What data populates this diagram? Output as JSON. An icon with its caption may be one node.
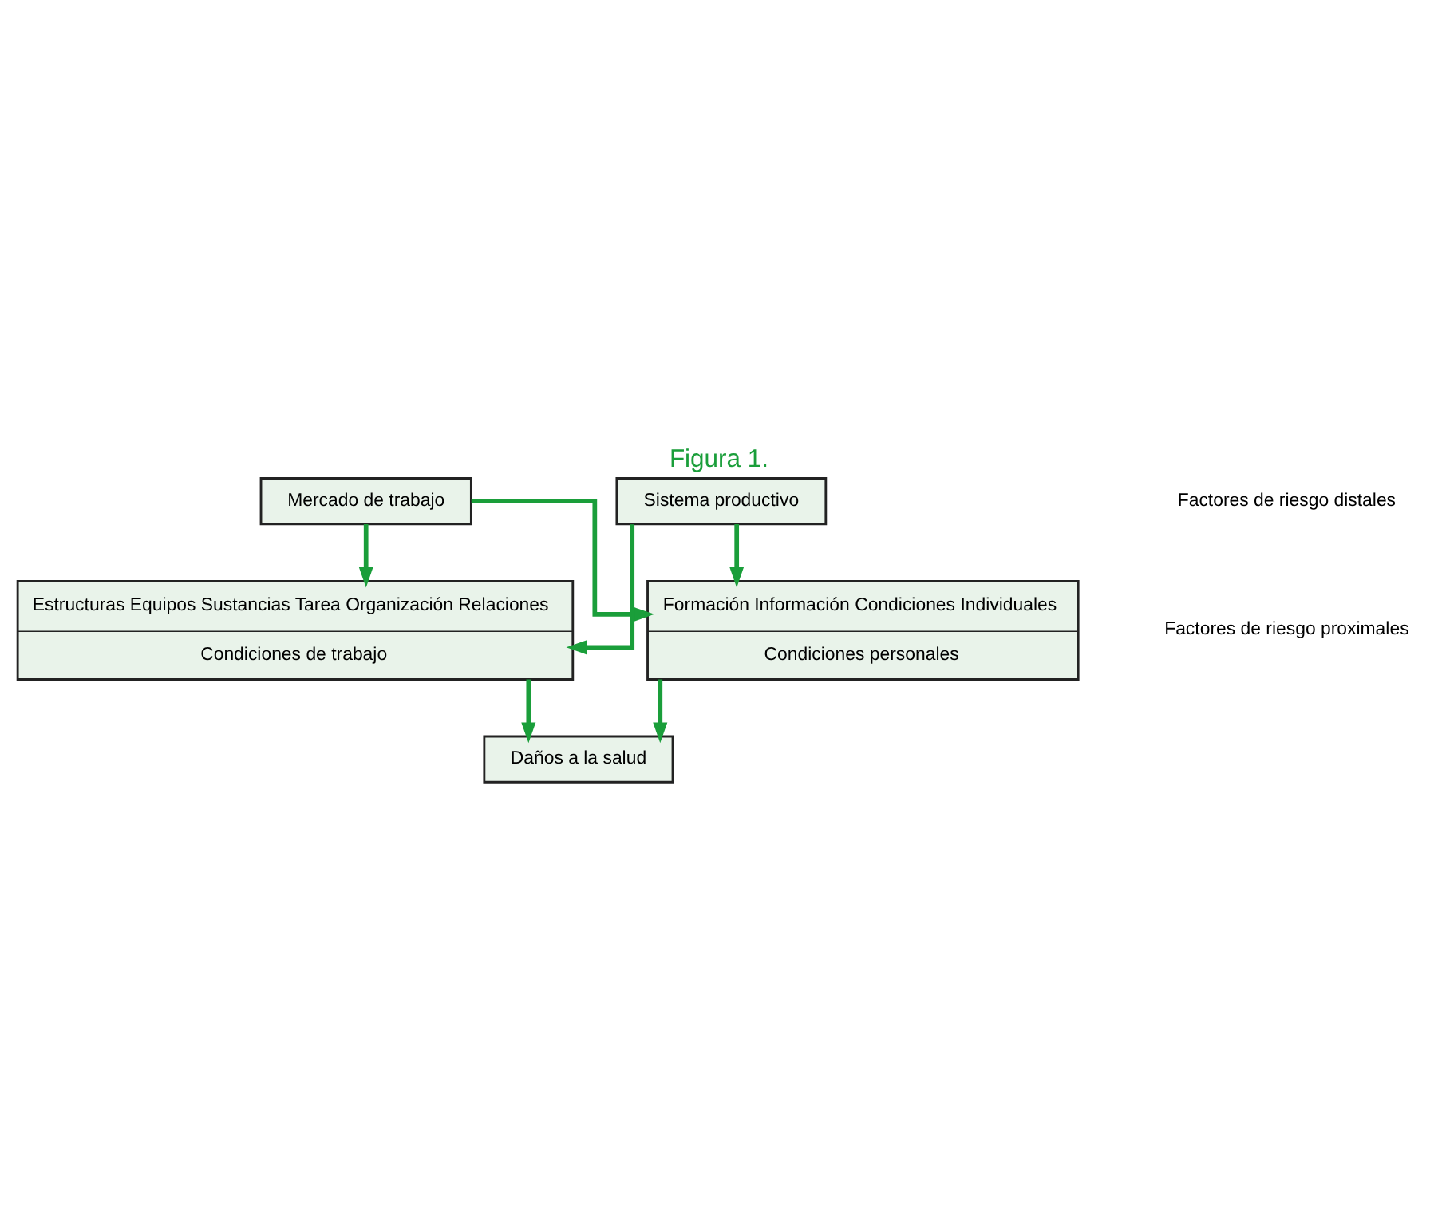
{
  "diagram": {
    "title": "Figura 1.",
    "nodes": [
      {
        "text": [
          "Mercado de trabajo"
        ]
      },
      {
        "text": [
          "Sistema productivo"
        ]
      },
      {
        "text": [
          "Estructuras Equipos Sustancias Tarea Organización Relaciones",
          "Condiciones de trabajo"
        ]
      },
      {
        "text": [
          "Formación Información Condiciones Individuales",
          "Condiciones personales"
        ]
      },
      {
        "text": [
          "Daños a la salud"
        ]
      }
    ],
    "edges": [
      {
        "from": 0,
        "to": 2,
        "arrow": "to"
      },
      {
        "from": 0,
        "to": 3,
        "arrow": "to"
      },
      {
        "from": 1,
        "to": 2,
        "arrow": "to"
      },
      {
        "from": 1,
        "to": 3,
        "arrow": "to"
      },
      {
        "from": 2,
        "to": 4,
        "arrow": "to"
      },
      {
        "from": 3,
        "to": 4,
        "arrow": "to"
      }
    ],
    "labels": [
      "Factores de riesgo distales",
      "Factores de riesgo proximales"
    ]
  }
}
